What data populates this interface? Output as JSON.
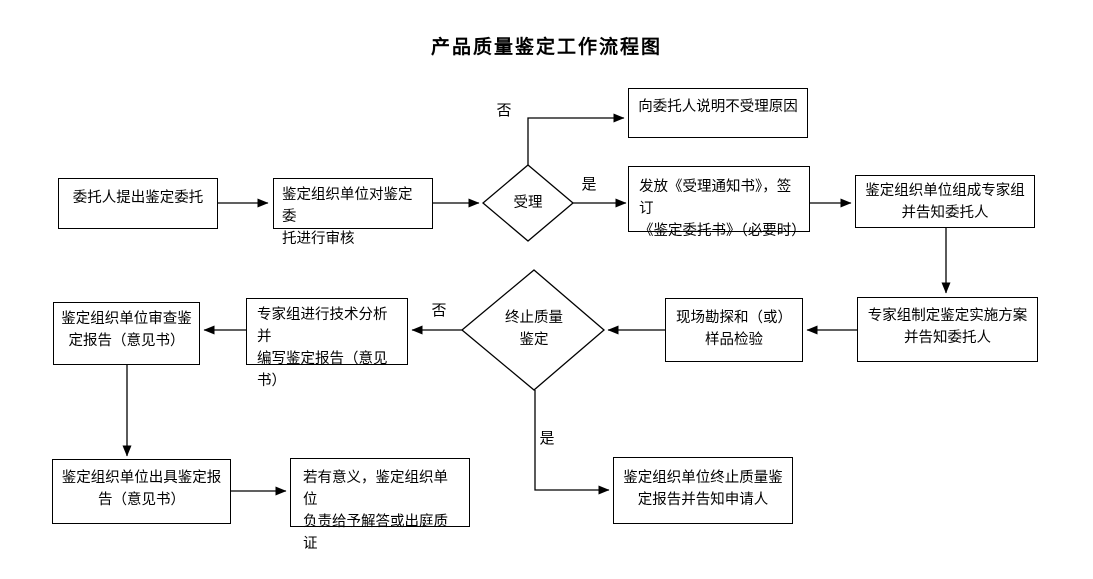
{
  "title": "产品质量鉴定工作流程图",
  "nodes": {
    "client_request": "委托人提出鉴定委托",
    "org_review": "鉴定组织单位对鉴定委\n托进行审核",
    "accept_decision": "受理",
    "explain_rejection": "向委托人说明不受理原因",
    "issue_notice": "发放《受理通知书》，签订\n《鉴定委托书》（必要时）",
    "form_expert_group": "鉴定组织单位组成专家组\n并告知委托人",
    "make_plan": "专家组制定鉴定实施方案\n并告知委托人",
    "site_inspection": "现场勘探和（或）\n样品检验",
    "terminate_decision": "终止质量\n鉴定",
    "technical_analysis": "专家组进行技术分析并\n编写鉴定报告（意见书）",
    "review_report": "鉴定组织单位审查鉴\n定报告（意见书）",
    "issue_report": "鉴定组织单位出具鉴定报\n告（意见书）",
    "court_answer": "若有意义，鉴定组织单位\n负责给予解答或出庭质证",
    "terminate_report": "鉴定组织单位终止质量鉴\n定报告并告知申请人"
  },
  "edge_labels": {
    "no1": "否",
    "yes1": "是",
    "no2": "否",
    "yes2": "是"
  },
  "colors": {
    "stroke": "#000000",
    "background": "#ffffff"
  }
}
